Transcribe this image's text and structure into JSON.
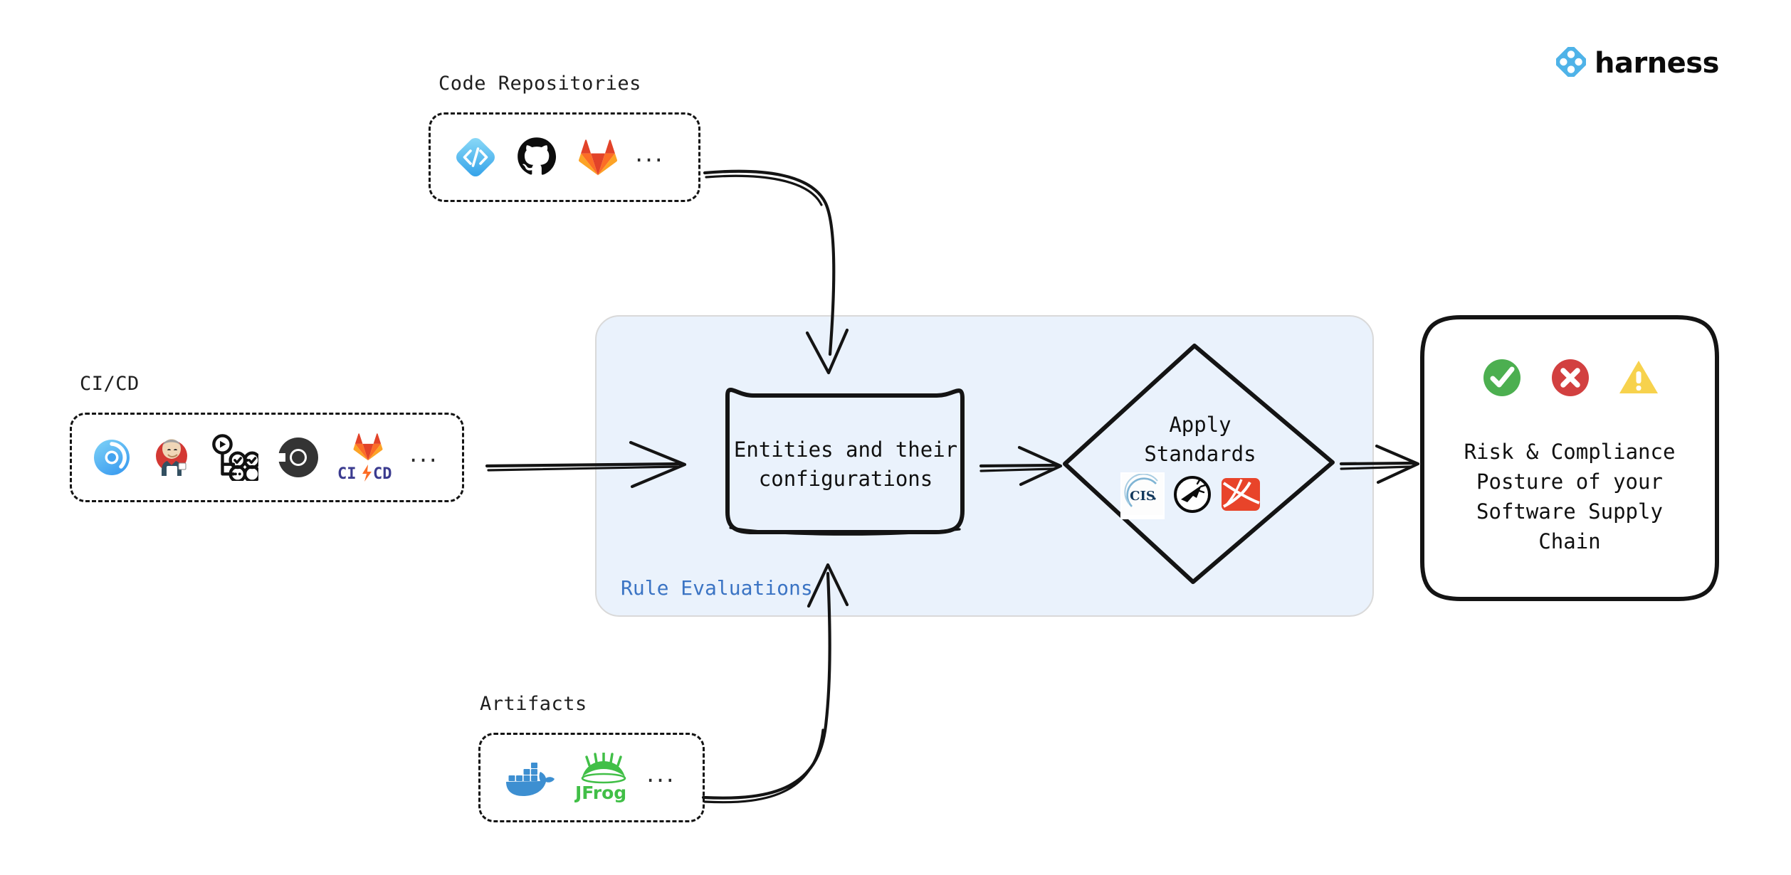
{
  "brand": {
    "name": "harness",
    "logo_icon": "harness-diamond-icon",
    "accent": "#4fb3e8"
  },
  "groups": [
    {
      "id": "code-repositories",
      "label": "Code Repositories",
      "ellipsis": "...",
      "tools": [
        {
          "name": "harness-code-icon",
          "label": "Harness Code"
        },
        {
          "name": "github-icon",
          "label": "GitHub"
        },
        {
          "name": "gitlab-icon",
          "label": "GitLab"
        }
      ]
    },
    {
      "id": "ci-cd",
      "label": "CI/CD",
      "ellipsis": "...",
      "tools": [
        {
          "name": "harness-ci-icon",
          "label": "Harness CI"
        },
        {
          "name": "jenkins-icon",
          "label": "Jenkins"
        },
        {
          "name": "github-actions-icon",
          "label": "GitHub Actions"
        },
        {
          "name": "circleci-icon",
          "label": "CircleCI"
        },
        {
          "name": "gitlab-cicd-icon",
          "label": "GitLab CI/CD"
        }
      ]
    },
    {
      "id": "artifacts",
      "label": "Artifacts",
      "ellipsis": "...",
      "tools": [
        {
          "name": "docker-icon",
          "label": "Docker"
        },
        {
          "name": "jfrog-icon",
          "label": "JFrog"
        }
      ]
    }
  ],
  "panel": {
    "label": "Rule Evaluations",
    "label_color": "#3b74c4",
    "background": "#eaf2fc"
  },
  "entities_node": {
    "text": "Entities and their\nconfigurations"
  },
  "standards_node": {
    "text": "Apply\nStandards",
    "standards": [
      {
        "name": "cis-icon",
        "label": "CIS"
      },
      {
        "name": "slsa-icon",
        "label": "SLSA"
      },
      {
        "name": "owasp-icon",
        "label": "OWASP"
      }
    ]
  },
  "outcome_node": {
    "text": "Risk & Compliance\nPosture of your\nSoftware Supply\nChain",
    "statuses": [
      {
        "name": "check-circle-icon",
        "label": "Pass",
        "color": "#4caf50"
      },
      {
        "name": "error-circle-icon",
        "label": "Fail",
        "color": "#d24040"
      },
      {
        "name": "warning-triangle-icon",
        "label": "Warning",
        "color": "#f7d24d"
      }
    ]
  },
  "connectors": [
    {
      "name": "code-repos-to-entities",
      "from": "code-repositories",
      "to": "entities_node"
    },
    {
      "name": "cicd-to-entities",
      "from": "ci-cd",
      "to": "entities_node"
    },
    {
      "name": "artifacts-to-entities",
      "from": "artifacts",
      "to": "entities_node"
    },
    {
      "name": "entities-to-standards",
      "from": "entities_node",
      "to": "standards_node"
    },
    {
      "name": "standards-to-outcome",
      "from": "standards_node",
      "to": "outcome_node"
    }
  ]
}
